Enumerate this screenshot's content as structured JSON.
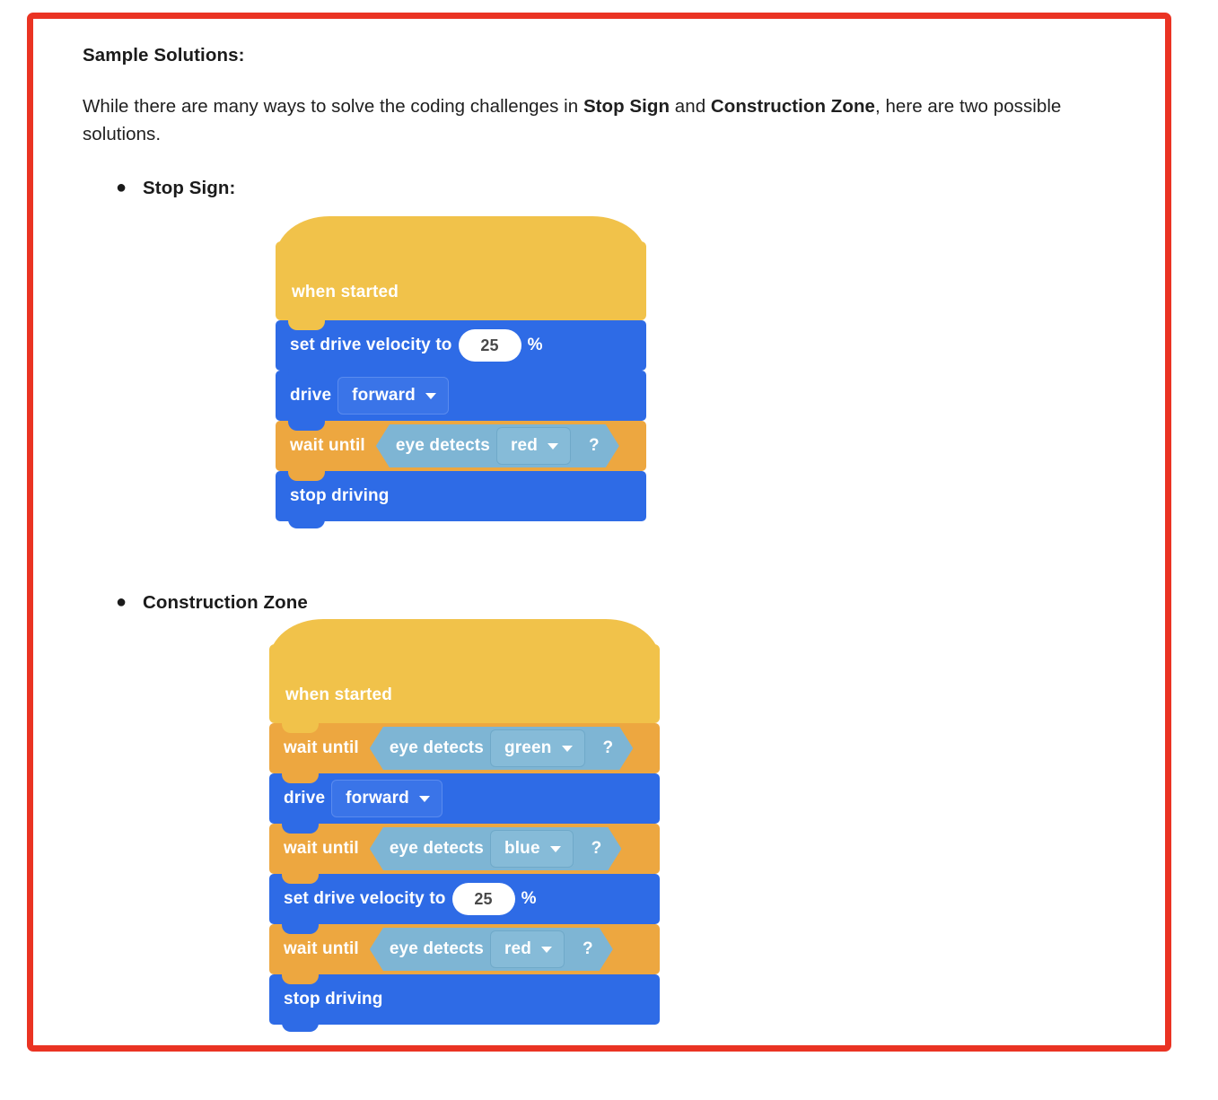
{
  "document": {
    "heading": "Sample Solutions:",
    "paragraph_parts": [
      {
        "text": "While there are many ways to solve the coding challenges in ",
        "bold": false
      },
      {
        "text": "Stop Sign",
        "bold": true
      },
      {
        "text": " and ",
        "bold": false
      },
      {
        "text": "Construction Zone",
        "bold": true
      },
      {
        "text": ", here are two possible solutions.",
        "bold": false
      }
    ],
    "bullets": [
      {
        "marker": "●",
        "label": "Stop Sign:"
      },
      {
        "marker": "●",
        "label": "Construction Zone"
      }
    ]
  },
  "colors": {
    "frame_border": "#ea3323",
    "hat_yellow": "#f1c24a",
    "command_blue": "#2e6be6",
    "control_orange": "#eda740",
    "sensing_light_blue": "#7eb5d4",
    "field_white": "#ffffff",
    "text_dark": "#1b1b1b"
  },
  "programs": [
    {
      "name": "stop-sign",
      "title": "Stop Sign",
      "blocks": [
        {
          "type": "hat",
          "category": "event",
          "label": "when started"
        },
        {
          "type": "command",
          "category": "motion",
          "label": "set drive velocity to",
          "value": "25",
          "unit": "%"
        },
        {
          "type": "command",
          "category": "motion",
          "label": "drive",
          "dropdown": "forward"
        },
        {
          "type": "control",
          "category": "control",
          "label": "wait until",
          "boolean": {
            "label": "eye detects",
            "dropdown": "red",
            "suffix": "?"
          }
        },
        {
          "type": "command",
          "category": "motion",
          "label": "stop driving"
        }
      ]
    },
    {
      "name": "construction-zone",
      "title": "Construction Zone",
      "blocks": [
        {
          "type": "hat",
          "category": "event",
          "label": "when started"
        },
        {
          "type": "control",
          "category": "control",
          "label": "wait until",
          "boolean": {
            "label": "eye detects",
            "dropdown": "green",
            "suffix": "?"
          }
        },
        {
          "type": "command",
          "category": "motion",
          "label": "drive",
          "dropdown": "forward"
        },
        {
          "type": "control",
          "category": "control",
          "label": "wait until",
          "boolean": {
            "label": "eye detects",
            "dropdown": "blue",
            "suffix": "?"
          }
        },
        {
          "type": "command",
          "category": "motion",
          "label": "set drive velocity to",
          "value": "25",
          "unit": "%"
        },
        {
          "type": "control",
          "category": "control",
          "label": "wait until",
          "boolean": {
            "label": "eye detects",
            "dropdown": "red",
            "suffix": "?"
          }
        },
        {
          "type": "command",
          "category": "motion",
          "label": "stop driving"
        }
      ]
    }
  ]
}
